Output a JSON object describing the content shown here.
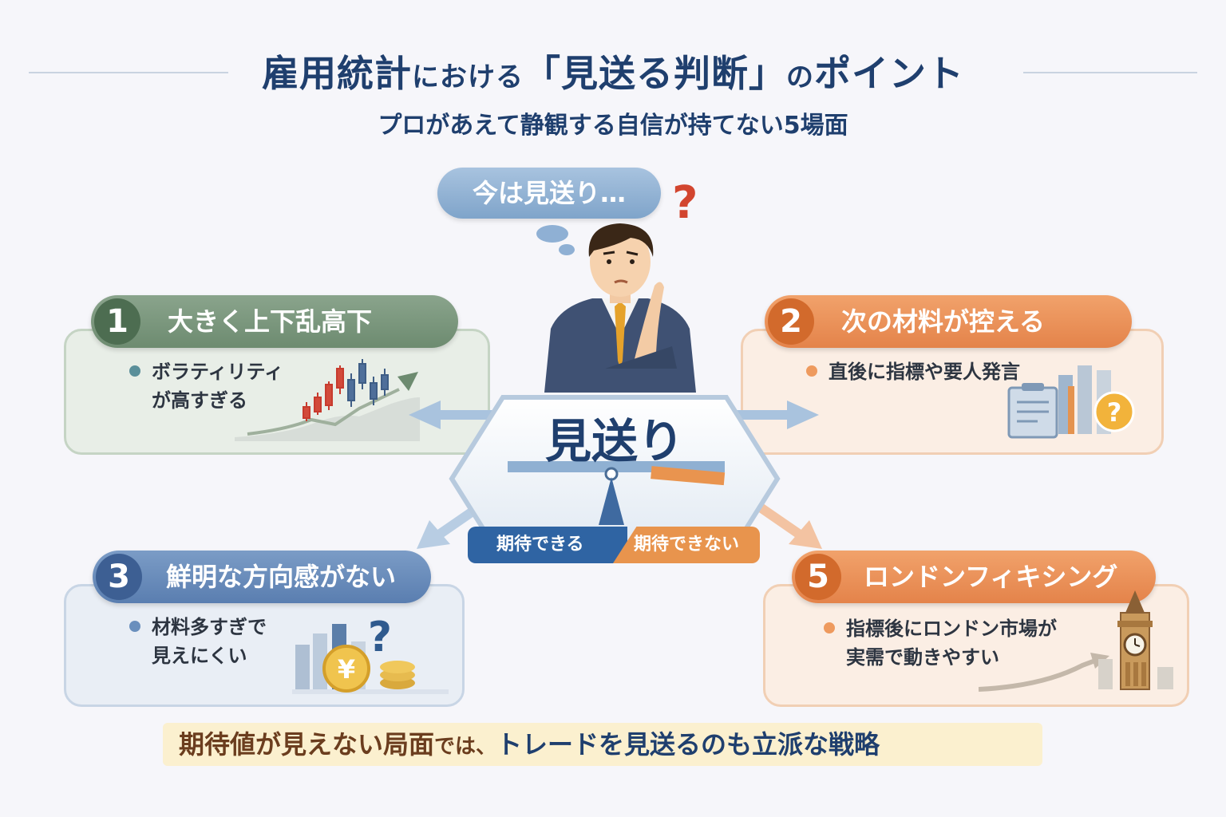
{
  "header": {
    "title_a": "雇用統計",
    "title_b": "における",
    "title_c": "「見送る判断」",
    "title_d": "の",
    "title_e": "ポイント",
    "subtitle": "プロがあえて静観する自信が持てない5場面"
  },
  "thought": {
    "bubble_text": "今は見送り…",
    "question_mark": "?"
  },
  "center": {
    "word": "見送り",
    "left_label": "期待できる",
    "right_label": "期待できない"
  },
  "cards": [
    {
      "num": "1",
      "title": "大きく上下乱高下",
      "text_line1": "ボラティリティ",
      "text_line2": "が高すぎる"
    },
    {
      "num": "2",
      "title": "次の材料が控える",
      "text_line1": "直後に指標や要人発言",
      "text_line2": ""
    },
    {
      "num": "3",
      "title": "鮮明な方向感がない",
      "text_line1": "材料多すぎで",
      "text_line2": "見えにくい"
    },
    {
      "num": "5",
      "title": "ロンドンフィキシング",
      "text_line1": "指標後にロンドン市場が",
      "text_line2": "実需で動きやすい"
    }
  ],
  "icons": {
    "yen_symbol": "¥",
    "card2_question": "?",
    "card3_question": "?"
  },
  "footer": {
    "part1": "期待値が見えない局面",
    "part2": "では、",
    "part3": "トレードを見送るのも立派な戦略"
  },
  "colors": {
    "navy": "#1f3f6e",
    "green": "#6d8b70",
    "orange": "#e4834a",
    "blue": "#5a7eb0",
    "red": "#d2452f"
  }
}
